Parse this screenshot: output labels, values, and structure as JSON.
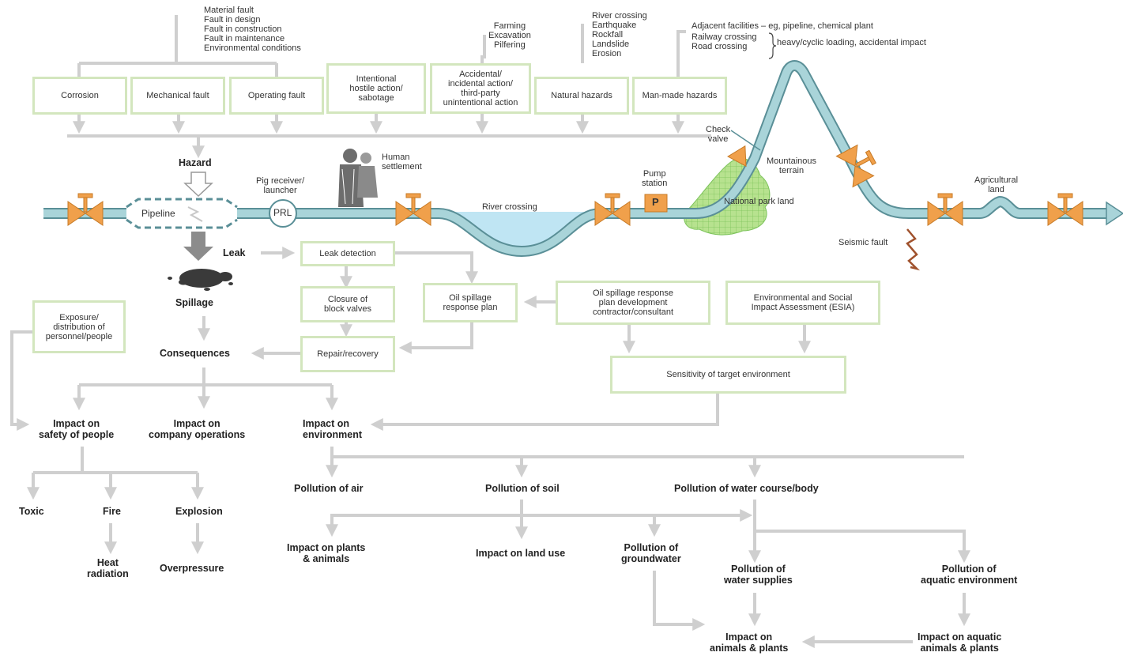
{
  "causes": {
    "fault_list": "Material fault\nFault in design\nFault in construction\nFault in maintenance\nEnvironmental conditions",
    "ta_list": "Farming\nExcavation\nPilfering",
    "natural_list": "River crossing\nEarthquake\nRockfall\nLandslide\nErosion",
    "manmade_line1": "Adjacent facilities – eg, pipeline, chemical plant",
    "manmade_line2": "Railway crossing\nRoad crossing",
    "manmade_loading": "heavy/cyclic loading, accidental impact"
  },
  "hazard_boxes": {
    "corrosion": "Corrosion",
    "mechanical": "Mechanical fault",
    "operating": "Operating fault",
    "intentional": "Intentional\nhostile action/\nsabotage",
    "accidental": "Accidental/\nincidental action/\nthird-party\nunintentional action",
    "natural": "Natural hazards",
    "manmade": "Man-made hazards"
  },
  "pipeline": {
    "hazard": "Hazard",
    "pipeline": "Pipeline",
    "pig": "Pig receiver/\nlauncher",
    "prl": "PRL",
    "human": "Human\nsettlement",
    "river": "River crossing",
    "pump_label": "Pump\nstation",
    "pump_p": "P",
    "check_valve": "Check\nvalve",
    "mountain": "Mountainous\nterrain",
    "park": "National park land",
    "agri": "Agricultural\nland",
    "seismic": "Seismic fault"
  },
  "response": {
    "leak": "Leak",
    "spillage": "Spillage",
    "consequences": "Consequences",
    "leak_detection": "Leak detection",
    "closure": "Closure of\nblock valves",
    "repair": "Repair/recovery",
    "oil_plan": "Oil spillage\nresponse plan",
    "oil_dev": "Oil spillage response\nplan development\ncontractor/consultant",
    "esia": "Environmental and Social\nImpact Assessment (ESIA)",
    "sensitivity": "Sensitivity of target environment",
    "exposure": "Exposure/\ndistribution of\npersonnel/people"
  },
  "impacts": {
    "safety": "Impact on\nsafety of people",
    "company": "Impact on\ncompany operations",
    "environment": "Impact on\nenvironment",
    "toxic": "Toxic",
    "fire": "Fire",
    "explosion": "Explosion",
    "heat": "Heat\nradiation",
    "overpressure": "Overpressure",
    "air": "Pollution of air",
    "soil": "Pollution of soil",
    "water_body": "Pollution of water course/body",
    "plants_animals": "Impact on plants\n& animals",
    "land_use": "Impact on land use",
    "groundwater": "Pollution of\ngroundwater",
    "water_supplies": "Pollution of\nwater supplies",
    "aquatic_env": "Pollution of\naquatic environment",
    "animals_plants": "Impact on\nanimals & plants",
    "aquatic_animals": "Impact on aquatic\nanimals & plants"
  },
  "colors": {
    "connector": "#cfcfcf",
    "box_border": "#d3e6be",
    "pipe": "#a9d4d9",
    "valve": "#f0a04b",
    "park": "#b4e08c"
  }
}
